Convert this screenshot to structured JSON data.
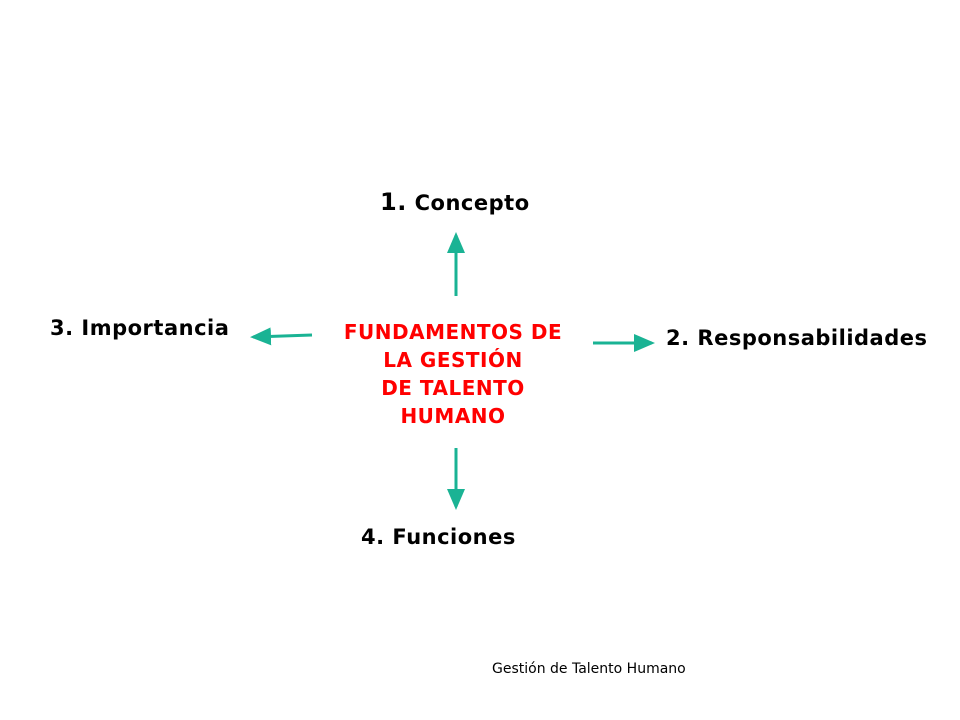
{
  "center": {
    "lines": [
      "FUNDAMENTOS DE",
      "LA GESTIÓN",
      "DE TALENTO",
      "HUMANO"
    ],
    "color": "#ff0000"
  },
  "nodes": {
    "top": {
      "number": "1.",
      "label": "Concepto"
    },
    "right": {
      "text": "2. Responsabilidades"
    },
    "left": {
      "text": "3. Importancia"
    },
    "bottom": {
      "text": "4. Funciones"
    }
  },
  "arrow_color": "#1ab394",
  "footer": "Gestión de Talento Humano"
}
